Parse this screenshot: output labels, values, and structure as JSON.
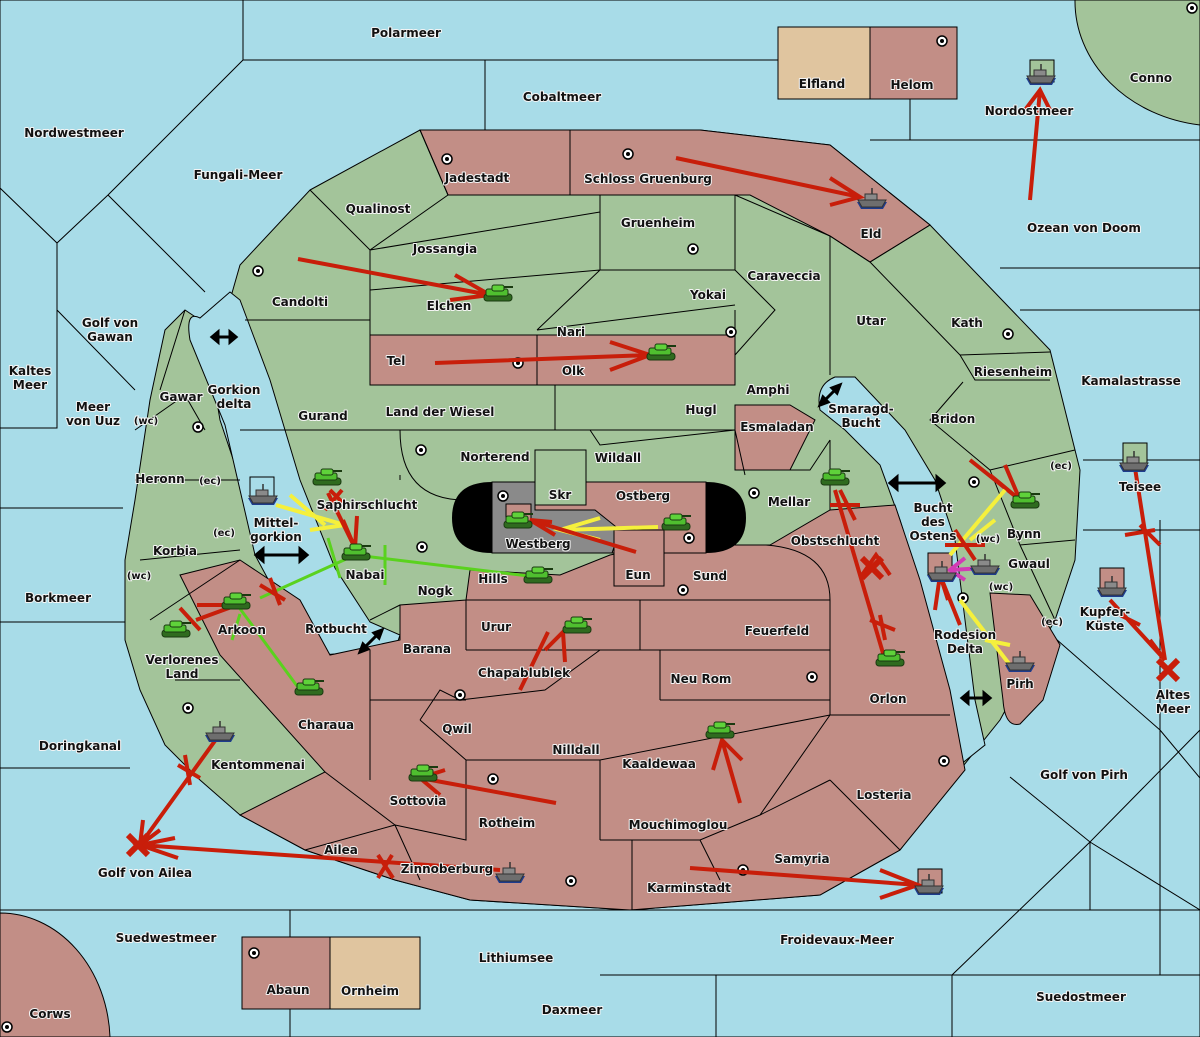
{
  "colors": {
    "sea": "#a8dce8",
    "player_green": "#a3c49a",
    "player_red": "#c28e86",
    "neutral_tan": "#e0c59f",
    "impassable": "#8a8a8a",
    "move_order": "#c81e0a",
    "support_order": "#f5f03c",
    "convoy_order": "#5ad21e",
    "retreat_order": "#d23cb4"
  },
  "sea_regions": [
    {
      "name": "Polarmeer"
    },
    {
      "name": "Cobaltmeer"
    },
    {
      "name": "Nordwestmeer"
    },
    {
      "name": "Fungali-Meer"
    },
    {
      "name": "Nordostmeer"
    },
    {
      "name": "Ozean von Doom"
    },
    {
      "name": "Golf von Gawan"
    },
    {
      "name": "Kaltes Meer"
    },
    {
      "name": "Meer von Uuz"
    },
    {
      "name": "Gorkion delta"
    },
    {
      "name": "Mittel-gorkion"
    },
    {
      "name": "Borkmeer"
    },
    {
      "name": "Rotbucht"
    },
    {
      "name": "Doringkanal"
    },
    {
      "name": "Golf von Ailea"
    },
    {
      "name": "Suedwestmeer"
    },
    {
      "name": "Lithiumsee"
    },
    {
      "name": "Daxmeer"
    },
    {
      "name": "Froidevaux-Meer"
    },
    {
      "name": "Suedostmeer"
    },
    {
      "name": "Golf von Pirh"
    },
    {
      "name": "Altes Meer"
    },
    {
      "name": "Kupfer-Küste"
    },
    {
      "name": "Teisee"
    },
    {
      "name": "Kamalastrasse"
    },
    {
      "name": "Smaragd-Bucht"
    },
    {
      "name": "Bucht des Ostens"
    },
    {
      "name": "Rodesion Delta"
    }
  ],
  "labels": {
    "polarmeer": "Polarmeer",
    "cobaltmeer": "Cobaltmeer",
    "nordwestmeer": "Nordwestmeer",
    "fungali": "Fungali-Meer",
    "nordostmeer": "Nordostmeer",
    "ozean": "Ozean von Doom",
    "golf_gawan_1": "Golf von",
    "golf_gawan_2": "Gawan",
    "kaltes_1": "Kaltes",
    "kaltes_2": "Meer",
    "uuz_1": "Meer",
    "uuz_2": "von Uuz",
    "gorkion_1": "Gorkion",
    "gorkion_2": "delta",
    "mittel_1": "Mittel-",
    "mittel_2": "gorkion",
    "borkmeer": "Borkmeer",
    "rotbucht": "Rotbucht",
    "doringkanal": "Doringkanal",
    "golf_ailea": "Golf von Ailea",
    "suedwestmeer": "Suedwestmeer",
    "lithiumsee": "Lithiumsee",
    "daxmeer": "Daxmeer",
    "froidevaux": "Froidevaux-Meer",
    "suedostmeer": "Suedostmeer",
    "golf_pirh": "Golf von Pirh",
    "altes_1": "Altes",
    "altes_2": "Meer",
    "kupfer_1": "Kupfer-",
    "kupfer_2": "Küste",
    "teisee": "Teisee",
    "kamala": "Kamalastrasse",
    "smaragd_1": "Smaragd-",
    "smaragd_2": "Bucht",
    "bucht_1": "Bucht",
    "bucht_2": "des",
    "bucht_3": "Ostens",
    "rodesion_1": "Rodesion",
    "rodesion_2": "Delta",
    "elfland": "Elfland",
    "helom": "Helom",
    "conno": "Conno",
    "corws": "Corws",
    "abaun": "Abaun",
    "ornheim": "Ornheim",
    "jadestadt": "Jadestadt",
    "schloss": "Schloss Gruenburg",
    "eld": "Eld",
    "qualinost": "Qualinost",
    "jossangia": "Jossangia",
    "gruenheim": "Gruenheim",
    "caravecia": "Caraveccia",
    "candolti": "Candolti",
    "elchen": "Elchen",
    "yokai": "Yokai",
    "utar": "Utar",
    "kath": "Kath",
    "nari": "Nari",
    "tel": "Tel",
    "olk": "Olk",
    "amphi": "Amphi",
    "riesenheim": "Riesenheim",
    "gawar": "Gawar",
    "gurand": "Gurand",
    "wiesel": "Land der Wiesel",
    "hugl": "Hugl",
    "esmaladan": "Esmaladan",
    "bridon": "Bridon",
    "heronn": "Heronn",
    "norterend": "Norterend",
    "wildall": "Wildall",
    "skr": "Skr",
    "ostberg": "Ostberg",
    "mellar": "Mellar",
    "saphir": "Saphirschlucht",
    "westberg": "Westberg",
    "obst": "Obstschlucht",
    "bynn": "Bynn",
    "korbia": "Korbia",
    "nabai": "Nabai",
    "hills": "Hills",
    "eun": "Eun",
    "sund": "Sund",
    "gwaul": "Gwaul",
    "nogk": "Nogk",
    "arkoon": "Arkoon",
    "verlorenes_1": "Verlorenes",
    "verlorenes_2": "Land",
    "urur": "Urur",
    "feuerfeld": "Feuerfeld",
    "barana": "Barana",
    "chapa": "Chapablublek",
    "neurom": "Neu Rom",
    "orlon": "Orlon",
    "pirh": "Pirh",
    "charaua": "Charaua",
    "qwil": "Qwil",
    "nilldall": "Nilldall",
    "kaaldewaa": "Kaaldewaa",
    "kentommenai": "Kentommenai",
    "sottovia": "Sottovia",
    "rotheim": "Rotheim",
    "mouchi": "Mouchimoglou",
    "losteria": "Losteria",
    "ailea": "Ailea",
    "samyria": "Samyria",
    "zinnoberburg": "Zinnoberburg",
    "karminstadt": "Karminstadt",
    "wc": "(wc)",
    "ec": "(ec)"
  },
  "territories": {
    "green": [
      "Qualinost",
      "Jossangia",
      "Gruenheim",
      "Caraveccia",
      "Candolti",
      "Elchen",
      "Yokai",
      "Utar",
      "Kath",
      "Nari",
      "Amphi",
      "Riesenheim",
      "Gawar",
      "Gurand",
      "Land der Wiesel",
      "Hugl",
      "Bridon",
      "Heronn",
      "Norterend",
      "Wildall",
      "Skr",
      "Mellar",
      "Saphirschlucht",
      "Bynn",
      "Korbia",
      "Gwaul",
      "Verlorenes Land",
      "Kentommenai",
      "Conno"
    ],
    "red": [
      "Jadestadt",
      "Schloss Gruenburg",
      "Eld",
      "Helom",
      "Tel",
      "Olk",
      "Esmaladan",
      "Ostberg",
      "Obstschlucht",
      "Nabai",
      "Hills",
      "Eun",
      "Sund",
      "Nogk",
      "Arkoon",
      "Urur",
      "Feuerfeld",
      "Barana",
      "Chapablublek",
      "Neu Rom",
      "Orlon",
      "Pirh",
      "Charaua",
      "Qwil",
      "Nilldall",
      "Kaaldewaa",
      "Sottovia",
      "Rotheim",
      "Mouchimoglou",
      "Losteria",
      "Ailea",
      "Samyria",
      "Zinnoberburg",
      "Karminstadt",
      "Abaun",
      "Corws"
    ],
    "neutral": [
      "Elfland",
      "Ornheim"
    ],
    "impassable": [
      "Westberg"
    ]
  },
  "units": [
    {
      "type": "fleet",
      "owner": "green",
      "location": "Nordostmeer"
    },
    {
      "type": "fleet",
      "owner": "red",
      "location": "Eld"
    },
    {
      "type": "army",
      "owner": "green",
      "location": "Elchen"
    },
    {
      "type": "army",
      "owner": "green",
      "location": "Olk"
    },
    {
      "type": "fleet",
      "owner": "green",
      "location": "Mittel-gorkion"
    },
    {
      "type": "army",
      "owner": "green",
      "location": "Saphirschlucht"
    },
    {
      "type": "army",
      "owner": "green",
      "location": "Nabai"
    },
    {
      "type": "army",
      "owner": "green",
      "location": "Westberg"
    },
    {
      "type": "army",
      "owner": "green",
      "location": "Ostberg"
    },
    {
      "type": "army",
      "owner": "green",
      "location": "Hills"
    },
    {
      "type": "army",
      "owner": "green",
      "location": "Mellar"
    },
    {
      "type": "army",
      "owner": "green",
      "location": "Bynn"
    },
    {
      "type": "fleet",
      "owner": "red",
      "location": "Bucht des Ostens"
    },
    {
      "type": "fleet",
      "owner": "green",
      "location": "Gwaul"
    },
    {
      "type": "fleet",
      "owner": "green",
      "location": "Teisee"
    },
    {
      "type": "fleet",
      "owner": "red",
      "location": "Kupfer-Küste"
    },
    {
      "type": "fleet",
      "owner": "red",
      "location": "Pirh"
    },
    {
      "type": "army",
      "owner": "green",
      "location": "Arkoon"
    },
    {
      "type": "army",
      "owner": "green",
      "location": "Verlorenes Land"
    },
    {
      "type": "army",
      "owner": "green",
      "location": "Charaua"
    },
    {
      "type": "army",
      "owner": "green",
      "location": "Urur"
    },
    {
      "type": "army",
      "owner": "green",
      "location": "Orlon"
    },
    {
      "type": "army",
      "owner": "green",
      "location": "Kaaldewaa"
    },
    {
      "type": "army",
      "owner": "green",
      "location": "Sottovia"
    },
    {
      "type": "fleet",
      "owner": "red",
      "location": "Kentommenai"
    },
    {
      "type": "fleet",
      "owner": "red",
      "location": "Zinnoberburg"
    },
    {
      "type": "fleet",
      "owner": "red",
      "location": "Froidevaux-Meer"
    }
  ]
}
